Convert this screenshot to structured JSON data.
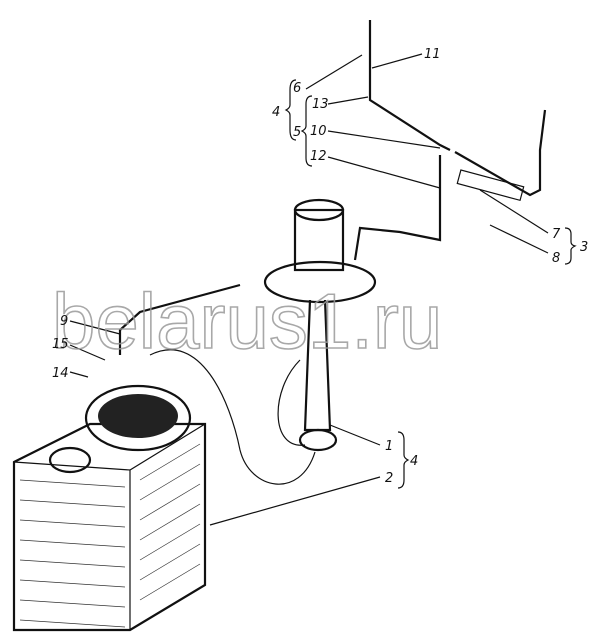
{
  "watermark": "belarus1.ru",
  "callouts": {
    "l11": "11",
    "l6": "6",
    "l4a": "4",
    "l13": "13",
    "l5": "5",
    "l10": "10",
    "l12": "12",
    "l7": "7",
    "l8": "8",
    "l3": "3",
    "l9": "9",
    "l15": "15",
    "l14": "14",
    "l1": "1",
    "l2": "2",
    "l4b": "4"
  }
}
